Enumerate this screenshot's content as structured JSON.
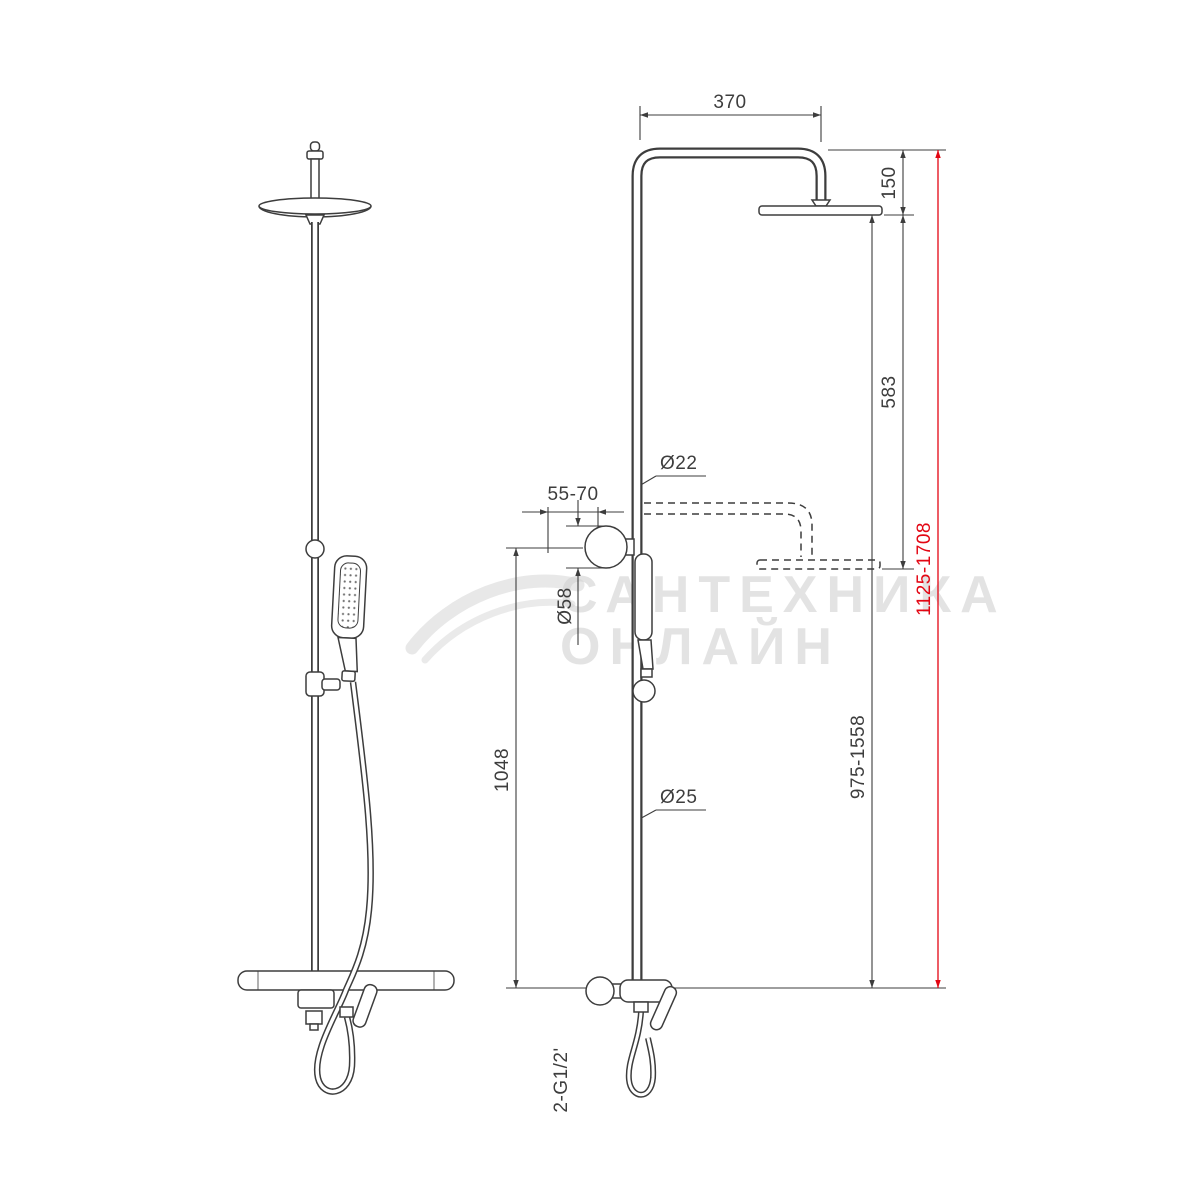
{
  "meta": {
    "line_color": "#3d3d3d",
    "accent_red": "#e30613",
    "background": "#ffffff",
    "watermark_color": "#d2d2d2",
    "drawing_type": "shower column dimensional drawing",
    "views": [
      "front",
      "side"
    ]
  },
  "watermark": {
    "line1": "САНТЕХНИКА",
    "line2": "ОНЛАЙН"
  },
  "dims": {
    "top_width": "370",
    "head_height": "150",
    "arm_lower_range": "583",
    "upper_pipe_diameter": "Ø22",
    "wall_distance": "55-70",
    "escutcheon_diameter": "Ø58",
    "lower_column_height": "1048",
    "lower_pipe_diameter": "Ø25",
    "column_height_range": "975-1558",
    "total_height_range": "1125-1708",
    "connection_thread": "2-G1/2'"
  }
}
